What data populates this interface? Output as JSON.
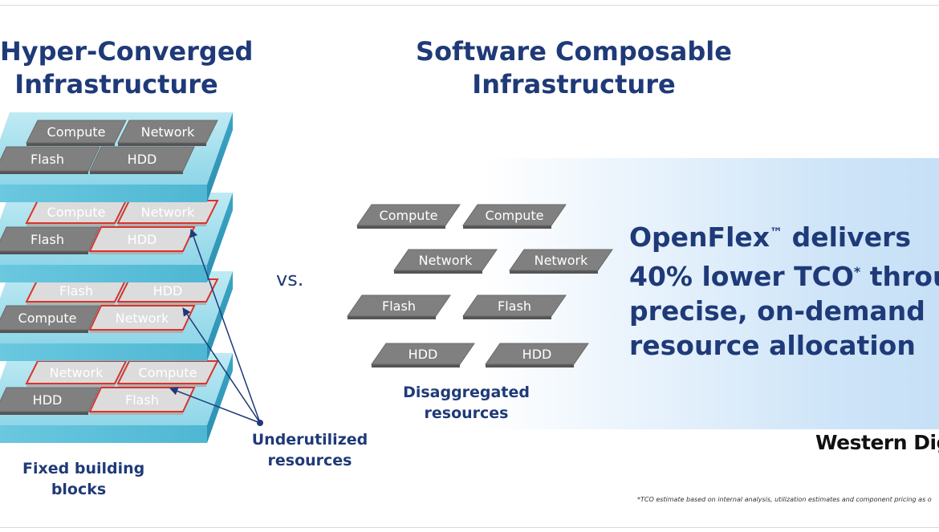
{
  "left_title": [
    "Hyper-Converged",
    "Infrastructure"
  ],
  "right_title": [
    "Software Composable",
    "Infrastructure"
  ],
  "vs_label": "vs.",
  "layers": [
    {
      "back": [
        "Compute",
        "Network"
      ],
      "front": [
        "Flash",
        "HDD"
      ],
      "underutilized": []
    },
    {
      "back": [
        "Compute",
        "Network"
      ],
      "front": [
        "Flash",
        "HDD"
      ],
      "underutilized": [
        "Compute",
        "Network",
        "HDD"
      ]
    },
    {
      "back": [
        "Flash",
        "HDD"
      ],
      "front": [
        "Compute",
        "Network"
      ],
      "underutilized": [
        "Flash",
        "HDD",
        "Network"
      ]
    },
    {
      "back": [
        "Network",
        "Compute"
      ],
      "front": [
        "HDD",
        "Flash"
      ],
      "underutilized": [
        "Network",
        "Compute",
        "Flash"
      ]
    }
  ],
  "fixed_caption": [
    "Fixed building",
    "blocks"
  ],
  "underutilized_caption": [
    "Underutilized",
    "resources"
  ],
  "disaggregated": [
    [
      "Compute",
      "Compute"
    ],
    [
      "Network",
      "Network"
    ],
    [
      "Flash",
      "Flash"
    ],
    [
      "HDD",
      "HDD"
    ]
  ],
  "disaggregated_caption": [
    "Disaggregated",
    "resources"
  ],
  "claim": {
    "line1_pre": "OpenFlex",
    "line1_tm": "™",
    "line1_post": " delivers",
    "line2_pre": "40% lower TCO",
    "line2_star": "*",
    "line2_post": " throug",
    "line3": "precise, on-demand",
    "line4": "resource allocation"
  },
  "logo_text": "Western Dig",
  "footnote": "*TCO estimate based on internal analysis, utilization estimates and component pricing as o",
  "colors": {
    "title_blue": "#1f3a78",
    "slab_cyan": "#5fc2dc",
    "tile_gray": "#808080",
    "underutilized_red": "#d8342c",
    "underutilized_fill": "#dcdcdc",
    "arrow_blue": "#1f3a78"
  }
}
